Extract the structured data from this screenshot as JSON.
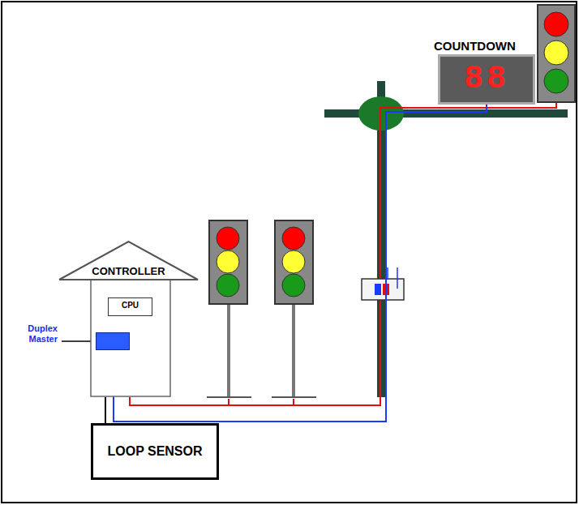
{
  "diagram": {
    "nodes": [
      {
        "text": [
          "CONTROLLER"
        ]
      },
      {
        "text": [
          "CPU"
        ],
        "in": 0
      },
      {
        "text": [
          "Duplex Master"
        ],
        "in": 0
      },
      {
        "text": [
          "LOOP SENSOR"
        ]
      },
      {
        "text": [
          "COUNTDOWN",
          "88"
        ]
      }
    ],
    "edges": [
      {
        "from": 1,
        "to": 2,
        "arrow": "none"
      },
      {
        "from": 0,
        "to": 3,
        "arrow": "none"
      },
      {
        "from": 2,
        "to": 4,
        "arrow": "none"
      }
    ]
  }
}
